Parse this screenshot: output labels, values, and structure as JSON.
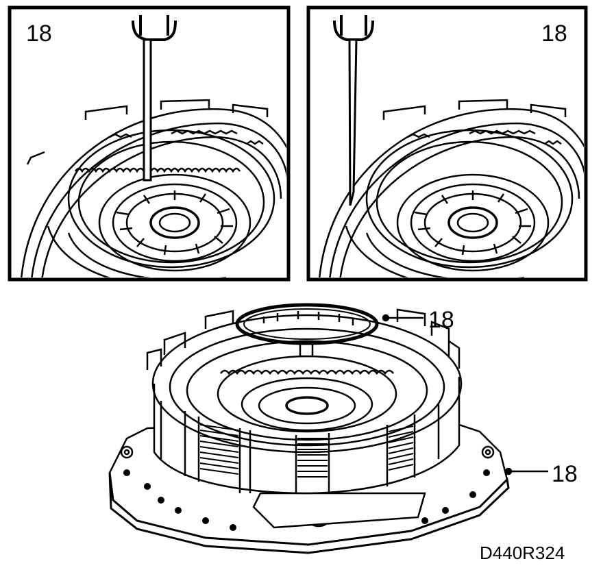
{
  "panels": {
    "top_left": {
      "callout": "18"
    },
    "top_right": {
      "callout": "18"
    }
  },
  "bottom": {
    "callout_upper": "18",
    "callout_lower": "18"
  },
  "figure_code": "D440R324",
  "colors": {
    "ink": "#000000",
    "paper": "#ffffff"
  }
}
